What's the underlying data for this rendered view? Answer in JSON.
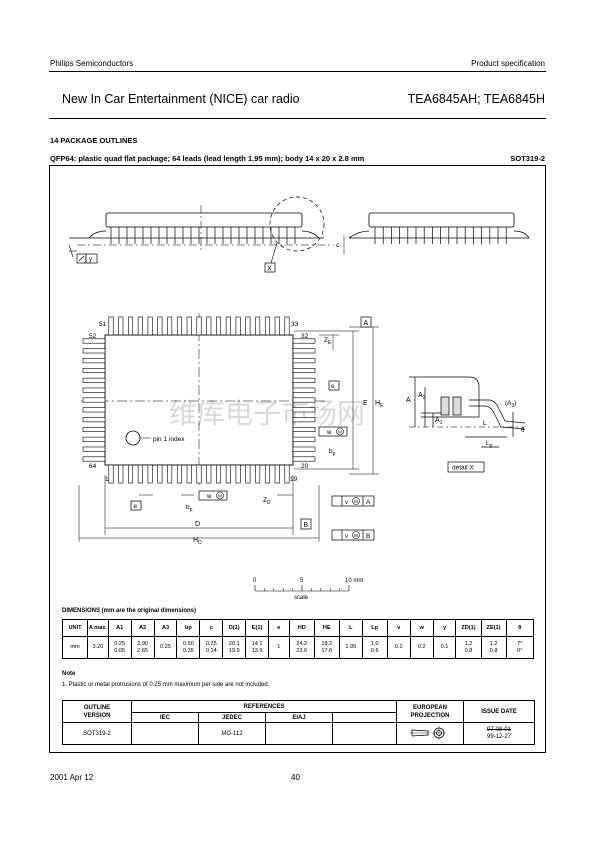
{
  "header": {
    "company": "Philips Semiconductors",
    "spec_type": "Product specification",
    "title": "New In Car Entertainment (NICE) car radio",
    "part_numbers": "TEA6845AH; TEA6845H"
  },
  "section": {
    "heading": "14  PACKAGE OUTLINES",
    "package_desc": "QFP64: plastic quad flat package; 64 leads (lead length 1.95 mm); body 14 x 20 x 2.8 mm",
    "package_code": "SOT319-2"
  },
  "drawing": {
    "watermark": "维库电子市场网",
    "pin_labels": {
      "p51": "51",
      "p33": "33",
      "p52": "52",
      "p32": "32",
      "p64": "64",
      "p20": "20",
      "p1": "1",
      "p19": "19"
    },
    "pin1": "pin 1 index",
    "ref_A": "A",
    "ref_B": "B",
    "ref_X": "X",
    "y_label": "y",
    "c_label": "c",
    "ZE": "Z",
    "ZE_sub": "E",
    "E": "E",
    "HE": "H",
    "HE_sub": "E",
    "e": "e",
    "bp": "b",
    "bp_sub": "p",
    "w": "w",
    "M": "M",
    "v": "v",
    "ZD": "Z",
    "ZD_sub": "D",
    "D": "D",
    "HD": "H",
    "HD_sub": "D",
    "A": "A",
    "A2": "A",
    "A2_sub": "2",
    "A1": "A",
    "A1_sub": "1",
    "A3": "(A",
    "A3_sub": "3",
    "A3_close": ")",
    "Lp": "L",
    "Lp_sub": "p",
    "L": "L",
    "theta": "θ",
    "detail": "detail X",
    "scale": {
      "t0": "0",
      "t5": "5",
      "t10": "10 mm",
      "label": "scale"
    }
  },
  "dimensions": {
    "title": "DIMENSIONS (mm are the original dimensions)",
    "columns": [
      "UNIT",
      "A max.",
      "A1",
      "A2",
      "A3",
      "bp",
      "c",
      "D(1)",
      "E(1)",
      "e",
      "HD",
      "HE",
      "L",
      "Lp",
      "v",
      "w",
      "y",
      "ZD(1)",
      "ZE(1)",
      "θ"
    ],
    "row": [
      "mm",
      "3.20",
      "0.25\n0.05",
      "2.90\n2.65",
      "0.25",
      "0.50\n0.35",
      "0.25\n0.14",
      "20.1\n19.9",
      "14.1\n13.9",
      "1",
      "24.2\n23.6",
      "18.2\n17.6",
      "1.95",
      "1.0\n0.6",
      "0.2",
      "0.2",
      "0.1",
      "1.2\n0.8",
      "1.2\n0.8",
      "7°\n0°"
    ]
  },
  "note": {
    "heading": "Note",
    "text": "1. Plastic or metal protrusions of 0.25 mm maximum per side are not included."
  },
  "outline_table": {
    "h_outline": "OUTLINE\nVERSION",
    "h_references": "REFERENCES",
    "h_iec": "IEC",
    "h_jedec": "JEDEC",
    "h_eiaj": "EIAJ",
    "h_european": "EUROPEAN\nPROJECTION",
    "h_issue": "ISSUE DATE",
    "version": "SOT319-2",
    "iec": "",
    "jedec": "MO-112",
    "eiaj": "",
    "issue_old": "97-08-01",
    "issue_new": "99-12-27"
  },
  "footer": {
    "date": "2001 Apr 12",
    "page": "40"
  }
}
